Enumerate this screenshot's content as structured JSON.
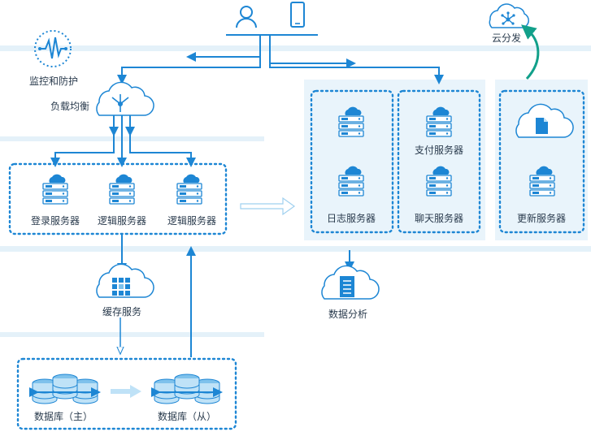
{
  "labels": {
    "monitor": "监控和防护",
    "lb": "负载均衡",
    "login": "登录服务器",
    "logic1": "逻辑服务器",
    "logic2": "逻辑服务器",
    "cache": "缓存服务",
    "db_master": "数据库（主）",
    "db_slave": "数据库（从）",
    "log": "日志服务器",
    "pay": "支付服务器",
    "chat": "聊天服务器",
    "analysis": "数据分析",
    "update": "更新服务器",
    "cloud_dist": "云分发"
  },
  "colors": {
    "primary": "#1d86d4",
    "panel": "#e9f4fb",
    "band": "#e4f1f9",
    "text": "#2a3b4d",
    "teal": "#12a08a"
  },
  "icons": {
    "user": "user-icon",
    "phone": "phone-icon",
    "pulse": "pulse-icon",
    "cloud": "cloud-icon",
    "server": "server-icon",
    "database": "database-icon",
    "document": "document-icon"
  }
}
